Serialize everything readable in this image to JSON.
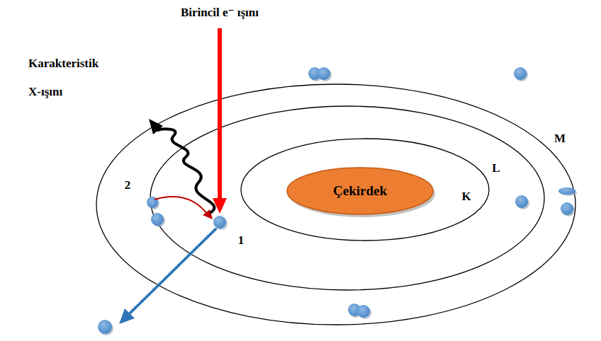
{
  "diagram": {
    "nodes": [
      {
        "text": [
          "Çekirdek"
        ]
      }
    ],
    "labels": [
      "Birincil e⁻ ışını",
      "Karakteristik X-ışını",
      "M",
      "L",
      "K",
      "2",
      "1"
    ]
  }
}
